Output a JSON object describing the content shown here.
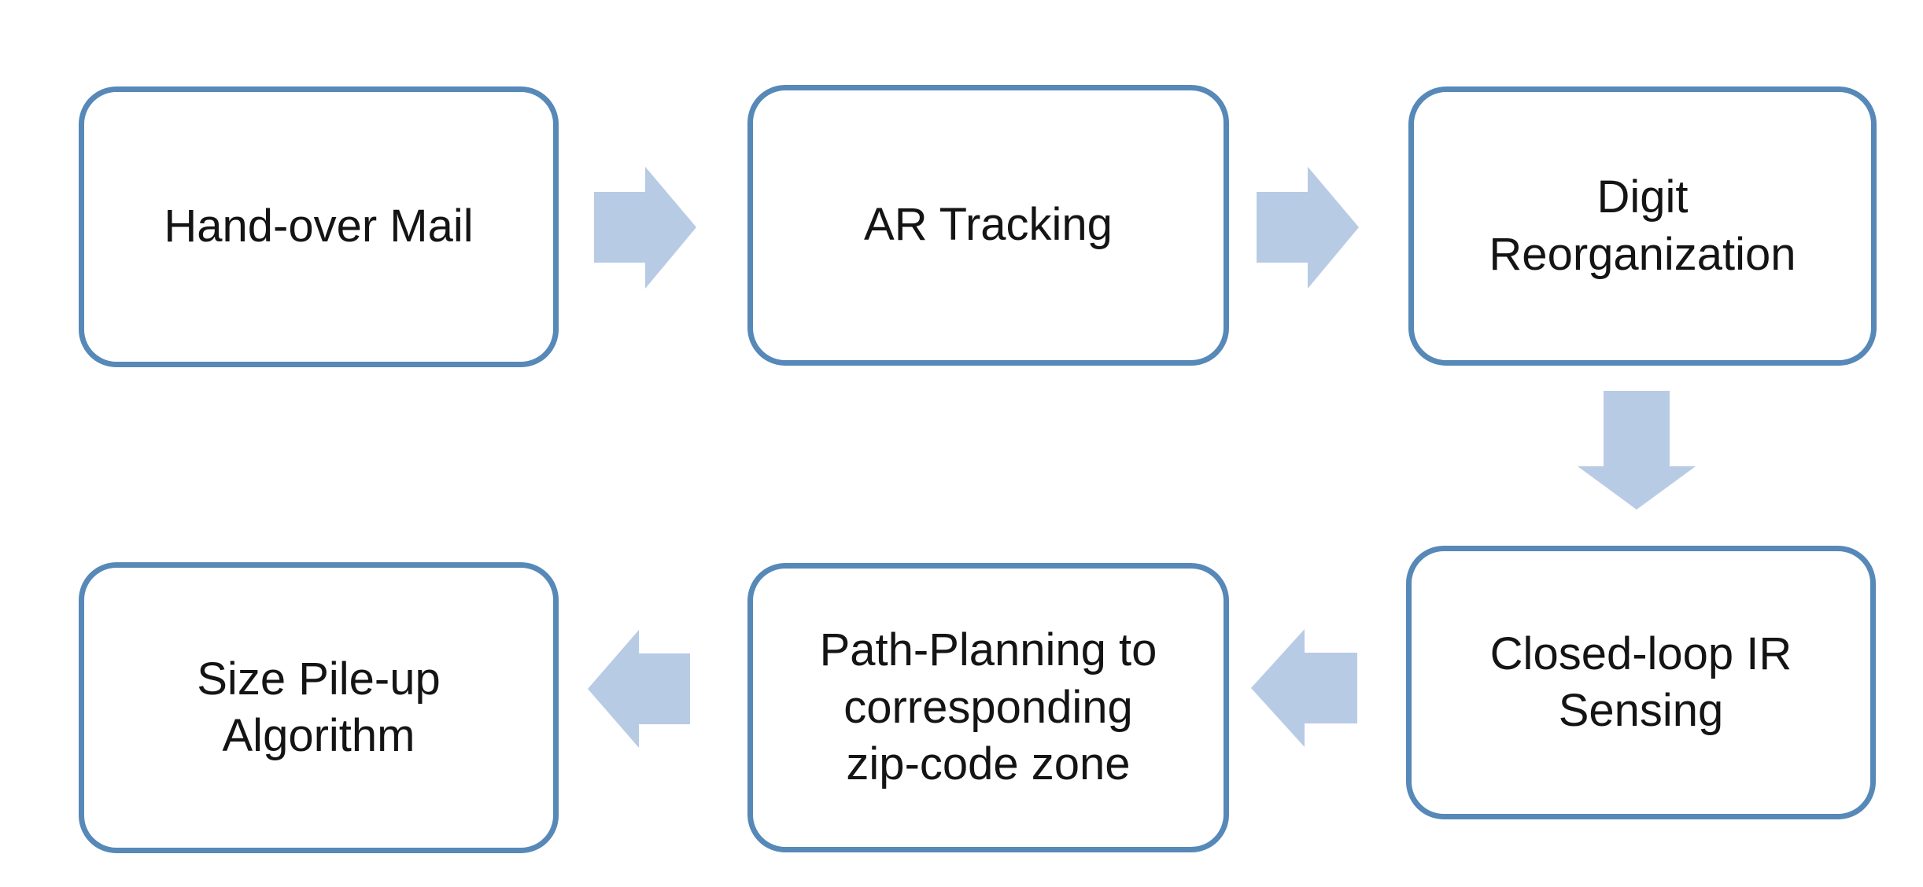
{
  "diagram": {
    "title": "Mail handling process flowchart",
    "background_color": "#ffffff",
    "box_fill_color": "#ffffff",
    "box_border_color": "#5688b8",
    "arrow_color": "#b7cbe5",
    "text_color": "#141414",
    "nodes": [
      {
        "id": "hand-over-mail",
        "label": "Hand-over Mail"
      },
      {
        "id": "ar-tracking",
        "label": "AR Tracking"
      },
      {
        "id": "digit-reorganization",
        "label": "Digit\nReorganization"
      },
      {
        "id": "closed-loop-ir",
        "label": "Closed-loop IR\nSensing"
      },
      {
        "id": "path-planning",
        "label": "Path-Planning to\ncorresponding\nzip-code zone"
      },
      {
        "id": "size-pile-up",
        "label": "Size Pile-up\nAlgorithm"
      }
    ],
    "flow": [
      {
        "from": "Hand-over Mail",
        "to": "AR Tracking",
        "direction": "right"
      },
      {
        "from": "AR Tracking",
        "to": "Digit Reorganization",
        "direction": "right"
      },
      {
        "from": "Digit Reorganization",
        "to": "Closed-loop IR Sensing",
        "direction": "down"
      },
      {
        "from": "Closed-loop IR Sensing",
        "to": "Path-Planning to corresponding zip-code zone",
        "direction": "left"
      },
      {
        "from": "Path-Planning to corresponding zip-code zone",
        "to": "Size Pile-up Algorithm",
        "direction": "left"
      }
    ]
  }
}
